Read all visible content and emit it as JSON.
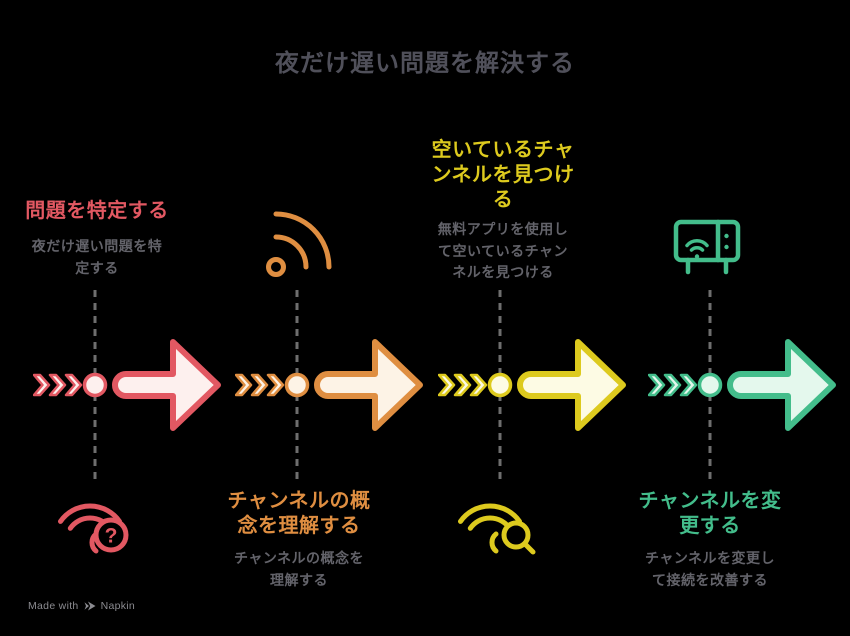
{
  "title": "夜だけ遅い問題を解決する",
  "steps": [
    {
      "heading": "問題を特定する",
      "description": "夜だけ遅い問題を特\n定する",
      "accent_color": "#e25862",
      "fill_color": "#fdf0ee",
      "icon": "wifi-question-icon",
      "icon_glyph": "?"
    },
    {
      "heading": "チャンネルの概\n念を理解する",
      "description": "チャンネルの概念を\n理解する",
      "accent_color": "#df8e41",
      "fill_color": "#fdf3e6",
      "icon": "wifi-broadcast-icon"
    },
    {
      "heading": "空いているチャ\nンネルを見つけ\nる",
      "description": "無料アプリを使用し\nて空いているチャン\nネルを見つける",
      "accent_color": "#ddca1e",
      "fill_color": "#fdfbe4",
      "icon": "wifi-search-icon"
    },
    {
      "heading": "チャンネルを変\n更する",
      "description": "チャンネルを変更し\nて接続を改善する",
      "accent_color": "#43bd8b",
      "fill_color": "#e4f8ed",
      "icon": "router-icon"
    }
  ],
  "footer": {
    "made_with": "Made with",
    "brand": "Napkin"
  },
  "colors": {
    "background": "#000000",
    "title_text": "#50505a",
    "description_text": "#63636a",
    "connector": "#6e6e6e",
    "footer_text": "#8b8b90"
  }
}
